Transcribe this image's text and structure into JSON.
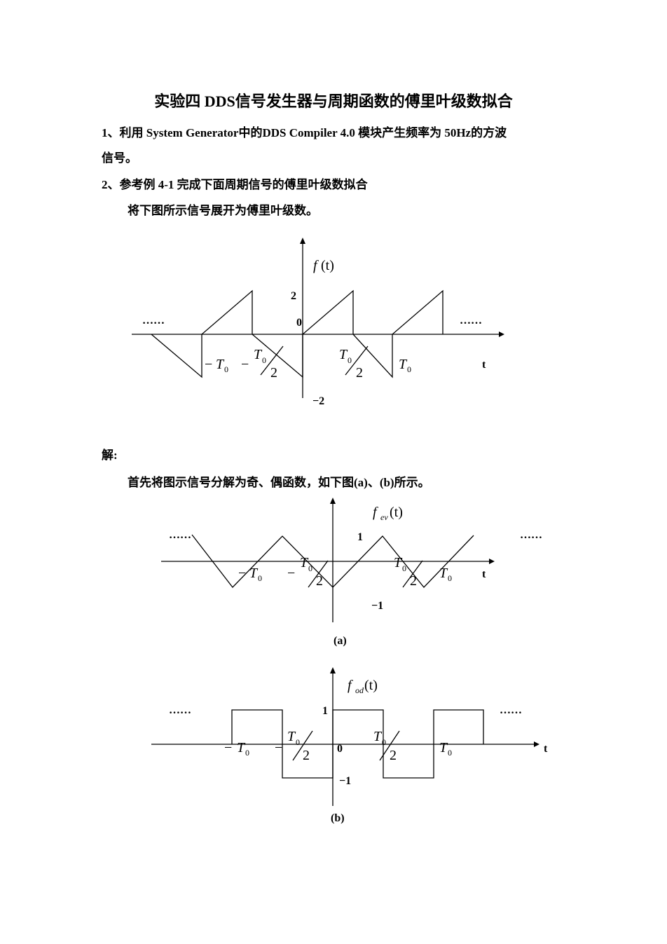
{
  "title": "实验四 DDS信号发生器与周期函数的傅里叶级数拟合",
  "task1": {
    "line1": "1、利用 System Generator中的DDS Compiler 4.0  模块产生频率为 50Hz的方波",
    "line2": "信号。"
  },
  "task2": {
    "line1": "2、参考例 4-1 完成下面周期信号的傅里叶级数拟合",
    "line2": "将下图所示信号展开为傅里叶级数。"
  },
  "solution": {
    "label": "解:",
    "text": "首先将图示信号分解为奇、偶函数，如下图(a)、(b)所示。"
  },
  "figures": {
    "common": {
      "ellipsis": "……",
      "axis_t": "t",
      "T": "T",
      "zero_sub": "0",
      "two": "2",
      "minus": "−"
    },
    "f": {
      "func": "f",
      "arg": "(t)",
      "y_top": "2",
      "origin": "0",
      "y_bottom": "−2"
    },
    "fev": {
      "func": "f",
      "sub": "ev",
      "arg": "(t)",
      "y_top": "1",
      "y_bottom": "−1",
      "caption": "(a)"
    },
    "fod": {
      "func": "f",
      "sub": "od",
      "arg": "(t)",
      "y_top": "1",
      "origin": "0",
      "y_bottom": "−1",
      "caption": "(b)"
    }
  }
}
